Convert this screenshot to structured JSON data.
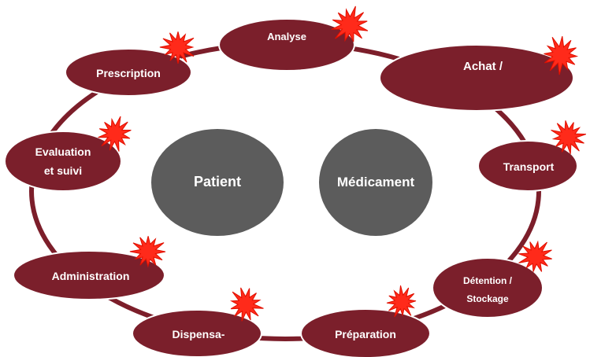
{
  "colors": {
    "cycle_line": "#7c1e2a",
    "node_fill": "#7b1f2b",
    "node_stroke": "#ffffff",
    "node_text": "#ffffff",
    "center_fill": "#5c5c5c",
    "center_text": "#ffffff",
    "burst_fill": "#ff2a1a",
    "burst_stroke": "#e01000"
  },
  "center": {
    "patient": "Patient",
    "medicament": "Médicament"
  },
  "steps": {
    "analyse": "Analyse",
    "achat": "Achat /",
    "transport": "Transport",
    "detention_line1": "Détention /",
    "detention_line2": "Stockage",
    "preparation": "Préparation",
    "dispensation": "Dispensa-",
    "administration": "Administration",
    "evaluation_line1": "Evaluation",
    "evaluation_line2": "et suivi",
    "prescription": "Prescription"
  },
  "burst_icon": "red-starburst-risk-icon"
}
